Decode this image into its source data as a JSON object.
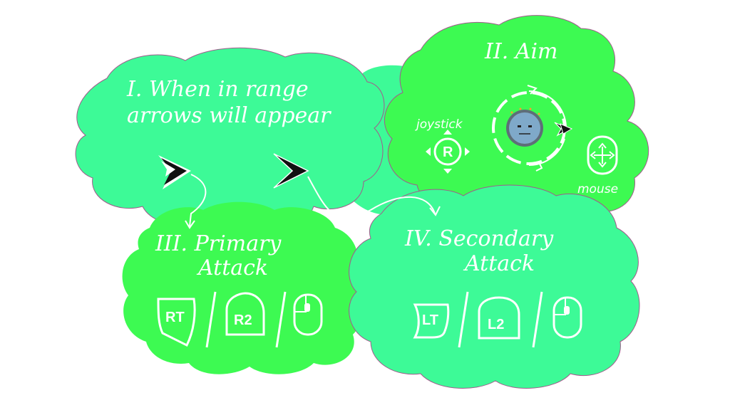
{
  "steps": {
    "range": {
      "line1": "I. When in range",
      "line2": "arrows will appear"
    },
    "aim": {
      "title": "II. Aim",
      "joystick_label": "joystick",
      "mouse_label": "mouse",
      "stick_letter": "R"
    },
    "primary": {
      "line1": "III. Primary",
      "line2": "Attack",
      "buttons": [
        "RT",
        "R2"
      ]
    },
    "secondary": {
      "line1": "IV. Secondary",
      "line2": "Attack",
      "buttons": [
        "LT",
        "L2"
      ]
    }
  },
  "colors": {
    "cloud_mint": "#3dfa97",
    "cloud_green": "#3dfa52",
    "ink": "#ffffff",
    "arrow": "#111111"
  },
  "icons": [
    "double-chevron-arrow-icon",
    "chevron-arrow-icon",
    "joystick-icon",
    "mouse-icon",
    "character-face-icon",
    "rt-trigger-icon",
    "r2-button-icon",
    "lt-trigger-icon",
    "l2-button-icon"
  ]
}
